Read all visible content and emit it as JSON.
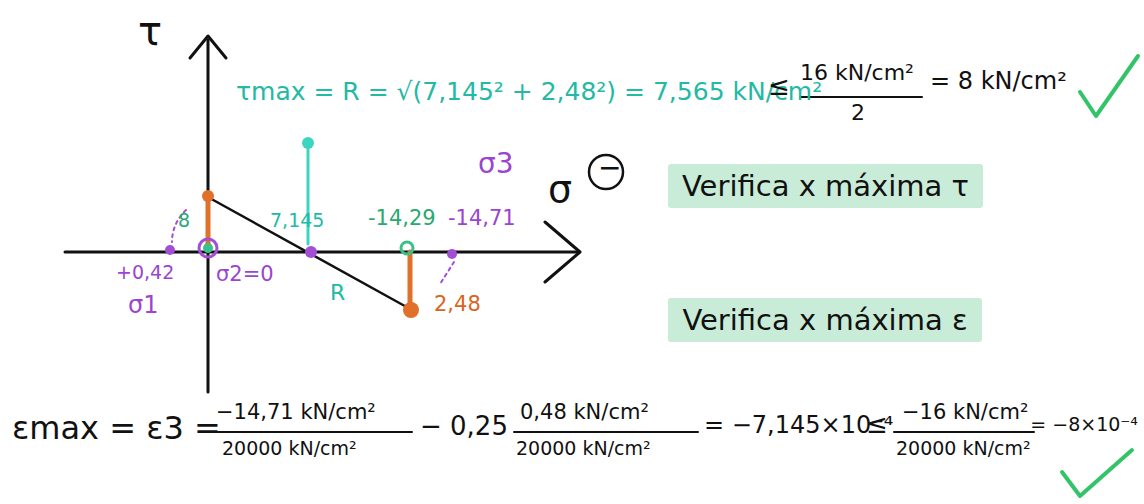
{
  "diagram": {
    "nodes": [
      {
        "text": [
          "Verifica x máxima τ"
        ]
      },
      {
        "text": [
          "Verifica x máxima ε"
        ]
      }
    ],
    "labels": [
      "τ",
      "σ",
      "−",
      "τmax = R = √(7,145² + 2,48²) = 7,565 kN/cm²",
      "≤",
      "16 kN/cm²",
      "2",
      "= 8 kN/cm²",
      "7,145",
      "R",
      "-14,29",
      "-14,71",
      "σ3",
      "+0,42",
      "σ1",
      "σ2=0",
      "8",
      "2,48",
      "εmax = ε3 =",
      "−14,71 kN/cm²",
      "20000 kN/cm²",
      "− 0,25",
      "0,48 kN/cm²",
      "20000 kN/cm²",
      "= −7,145×10⁻⁴",
      "≤",
      "−16 kN/cm²",
      "20000 kN/cm²",
      "= −8×10⁻⁴"
    ]
  }
}
